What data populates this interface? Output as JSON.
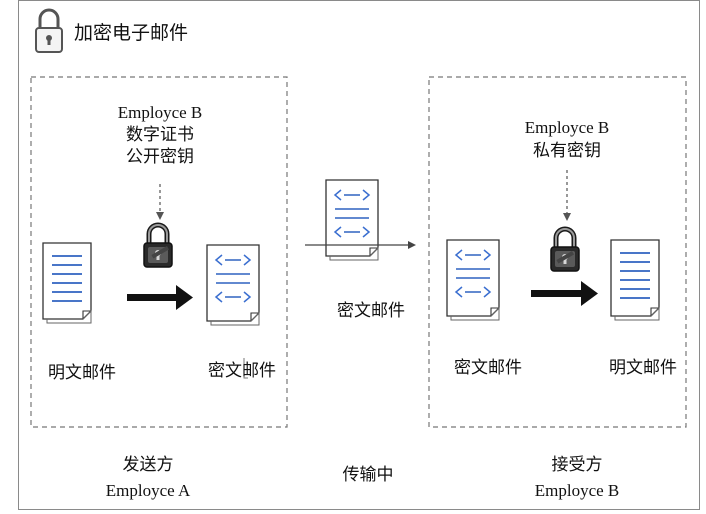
{
  "title": "加密电子邮件",
  "sender": {
    "key_owner": "Employce B",
    "key_line1": "数字证书",
    "key_line2": "公开密钥",
    "plain_label": "明文邮件",
    "cipher_label": "密文邮件",
    "role": "发送方",
    "name": "Employce A"
  },
  "transit": {
    "cipher_label": "密文邮件",
    "label": "传输中"
  },
  "receiver": {
    "key_owner": "Employce B",
    "key_line1": "私有密钥",
    "cipher_label": "密文邮件",
    "plain_label": "明文邮件",
    "role": "接受方",
    "name": "Employce B"
  },
  "colors": {
    "text_lines": "#2f62c0",
    "cipher_marks": "#3b6fd0",
    "border": "#8a8a8a"
  }
}
